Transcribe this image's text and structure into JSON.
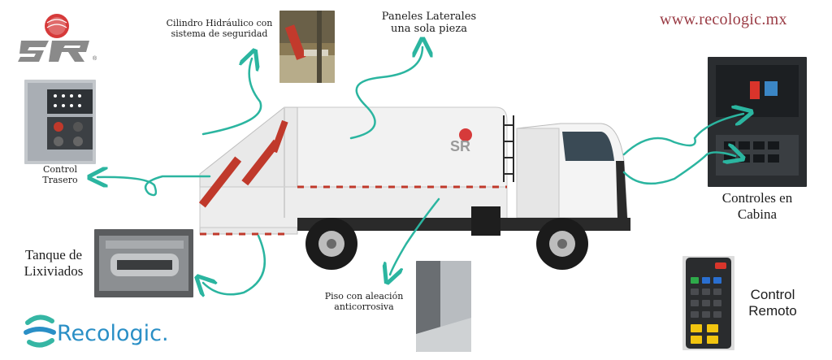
{
  "website": "www.recologic.mx",
  "brand": {
    "sr_logo_text": "SR",
    "registered_mark": "®",
    "recologic_logo_text": "Recologic."
  },
  "labels": {
    "cylinder": "Cilindro Hidráulico con sistema de seguridad",
    "side_panels": "Paneles Laterales una sola pieza",
    "rear_control": "Control Trasero",
    "leachate_tank": "Tanque de Lixiviados",
    "floor": "Piso con aleación anticorrosiva",
    "cabin_controls": "Controles en Cabina",
    "remote_control": "Control Remoto"
  },
  "colors": {
    "arrow": "#2bb5a0",
    "url": "#9a3b44",
    "truck_stripe": "#c0392b",
    "hydraulic": "#c0392b"
  }
}
